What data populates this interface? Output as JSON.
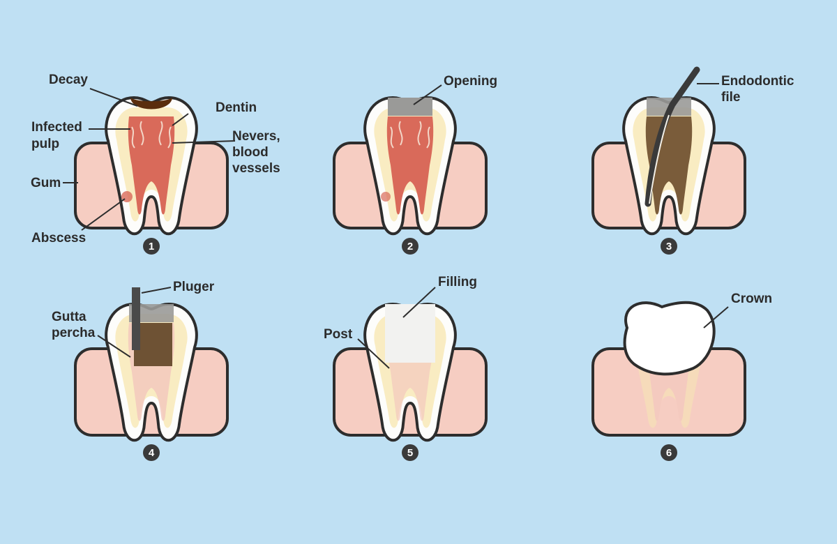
{
  "colors": {
    "background": "#bfe0f3",
    "gum": "#f6cdc2",
    "outline": "#2d2d2d",
    "enamel": "#fdfdfb",
    "dentin": "#f7e7b4",
    "pulp": "#d96a5a",
    "decay": "#5a2d0d",
    "filling_brown": "#6e5234",
    "opening_gray": "#9a9a98",
    "crown": "#ffffff"
  },
  "steps": [
    {
      "number": "1",
      "labels": {
        "decay": "Decay",
        "dentin": "Dentin",
        "infected_pulp_1": "Infected",
        "infected_pulp_2": "pulp",
        "nerves_1": "Nevers,",
        "nerves_2": "blood",
        "nerves_3": "vessels",
        "gum": "Gum",
        "abscess": "Abscess"
      }
    },
    {
      "number": "2",
      "labels": {
        "opening": "Opening"
      }
    },
    {
      "number": "3",
      "labels": {
        "file_1": "Endodontic",
        "file_2": "file"
      }
    },
    {
      "number": "4",
      "labels": {
        "pluger": "Pluger",
        "gutta_1": "Gutta",
        "gutta_2": "percha"
      }
    },
    {
      "number": "5",
      "labels": {
        "filling": "Filling",
        "post": "Post"
      }
    },
    {
      "number": "6",
      "labels": {
        "crown": "Crown"
      }
    }
  ]
}
